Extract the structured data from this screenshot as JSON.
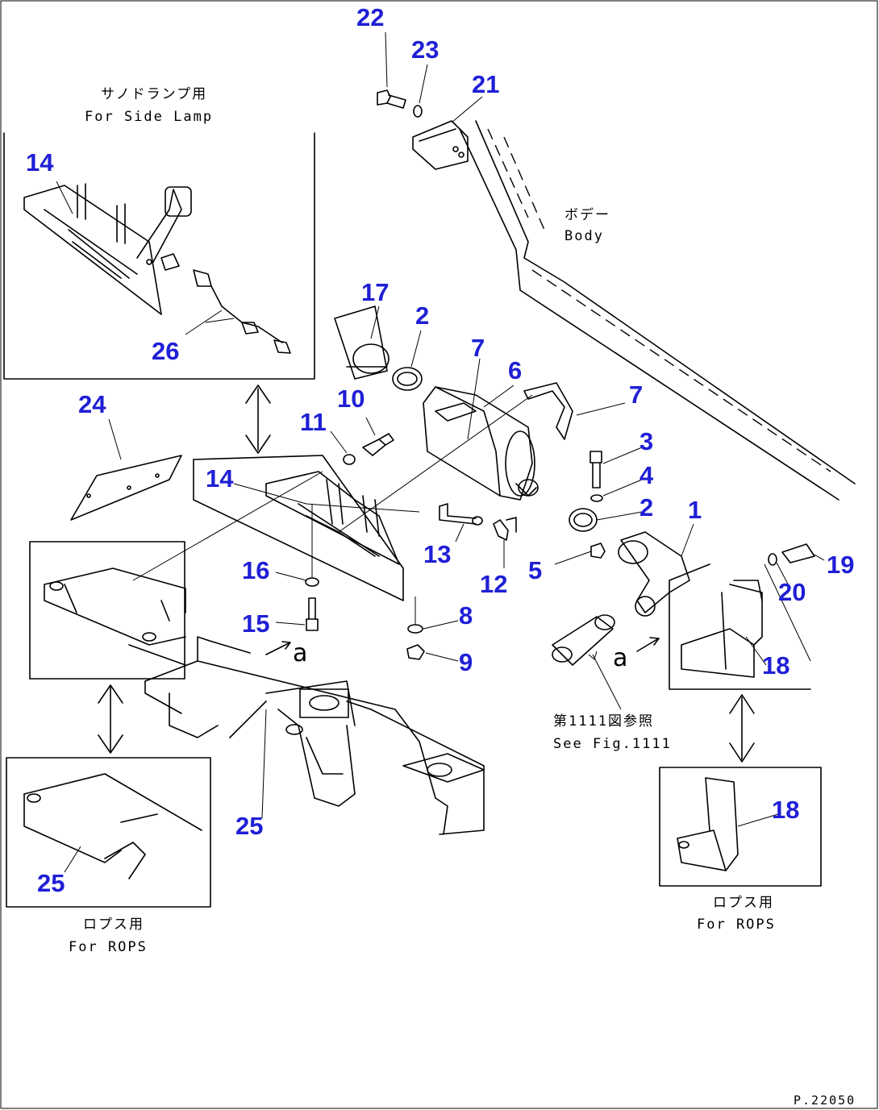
{
  "captions": {
    "side_lamp_jp": "サノドランプ用",
    "side_lamp_en": "For Side Lamp",
    "body_jp": "ボデー",
    "body_en": "Body",
    "fig_ref_jp": "第1111図参照",
    "fig_ref_en": "See Fig.1111",
    "rops_left_jp": "ロプス用",
    "rops_left_en": "For ROPS",
    "rops_right_jp": "ロプス用",
    "rops_right_en": "For ROPS"
  },
  "markers": {
    "a1": "a",
    "a2": "a"
  },
  "drawing_code": "P.22050",
  "callouts": {
    "n22": "22",
    "n23": "23",
    "n21": "21",
    "n14_inset": "14",
    "n26": "26",
    "n17": "17",
    "n2_top": "2",
    "n7_left": "7",
    "n6": "6",
    "n7_right": "7",
    "n24": "24",
    "n10": "10",
    "n11": "11",
    "n14_main": "14",
    "n3": "3",
    "n4": "4",
    "n2_mid": "2",
    "n1": "1",
    "n13": "13",
    "n12": "12",
    "n5": "5",
    "n16": "16",
    "n15": "15",
    "n8": "8",
    "n9": "9",
    "n19": "19",
    "n20": "20",
    "n18_top": "18",
    "n25_main": "25",
    "n25_inset": "25",
    "n18_bottom": "18"
  },
  "colors": {
    "callout": "#1f1fd6",
    "line": "#000000",
    "background": "#ffffff"
  }
}
